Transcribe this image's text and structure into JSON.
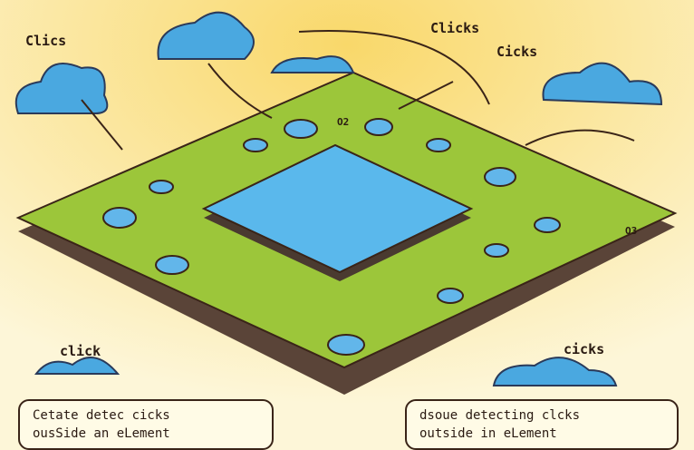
{
  "labels": {
    "top_left": "Clics",
    "top_right_1": "Clicks",
    "top_right_2": "Cicks",
    "mark_1": "O2",
    "mark_2": "O3",
    "bottom_left": "click",
    "bottom_right": "cicks"
  },
  "bubbles": {
    "left": [
      "Cetate detec cicks",
      "ousSide an eLement"
    ],
    "right": [
      "dsoue detecting clcks",
      "outside in eLement"
    ]
  },
  "colors": {
    "background": "#fdf6d8",
    "board": "#9cc63a",
    "board_side": "#5a4438",
    "element": "#5ab8ec",
    "cloud": "#4aa8e0"
  }
}
